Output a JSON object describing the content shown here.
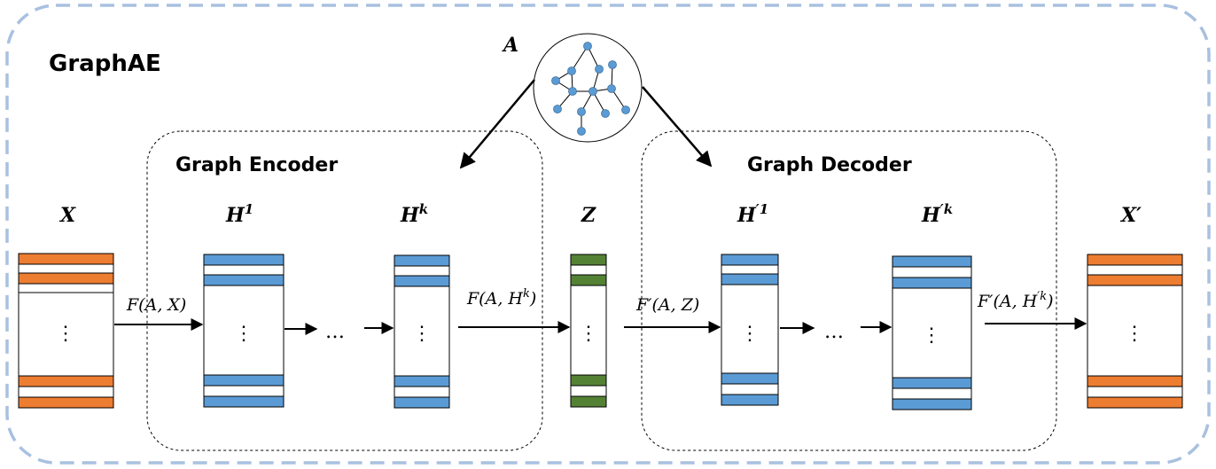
{
  "title": "GraphAE",
  "encoder_label": "Graph Encoder",
  "decoder_label": "Graph Decoder",
  "adjacency_label": "A",
  "matrices": {
    "x": "X",
    "h1_base": "H",
    "h1_sup": "1",
    "hk_base": "H",
    "hk_sup": "k",
    "z": "Z",
    "hp1_base": "H",
    "hp1_sup": "′1",
    "hpk_base": "H",
    "hpk_sup": "′k",
    "xp": "X′"
  },
  "edges": {
    "f_ax": "F(A, X)",
    "f_ahk_base": "F(A, H",
    "f_ahk_sup": "k",
    "f_ahk_close": ")",
    "fp_az": "F′(A, Z)",
    "fp_ahk_base": "F′(A, H",
    "fp_ahk_sup": "′k",
    "fp_ahk_close": ")"
  },
  "ellipsis": {
    "vertical": "⋮",
    "horizontal": "…"
  },
  "colors": {
    "orange": "#ED7D31",
    "blue": "#5B9BD5",
    "green": "#548235",
    "outer_border": "#A9C1E0"
  }
}
